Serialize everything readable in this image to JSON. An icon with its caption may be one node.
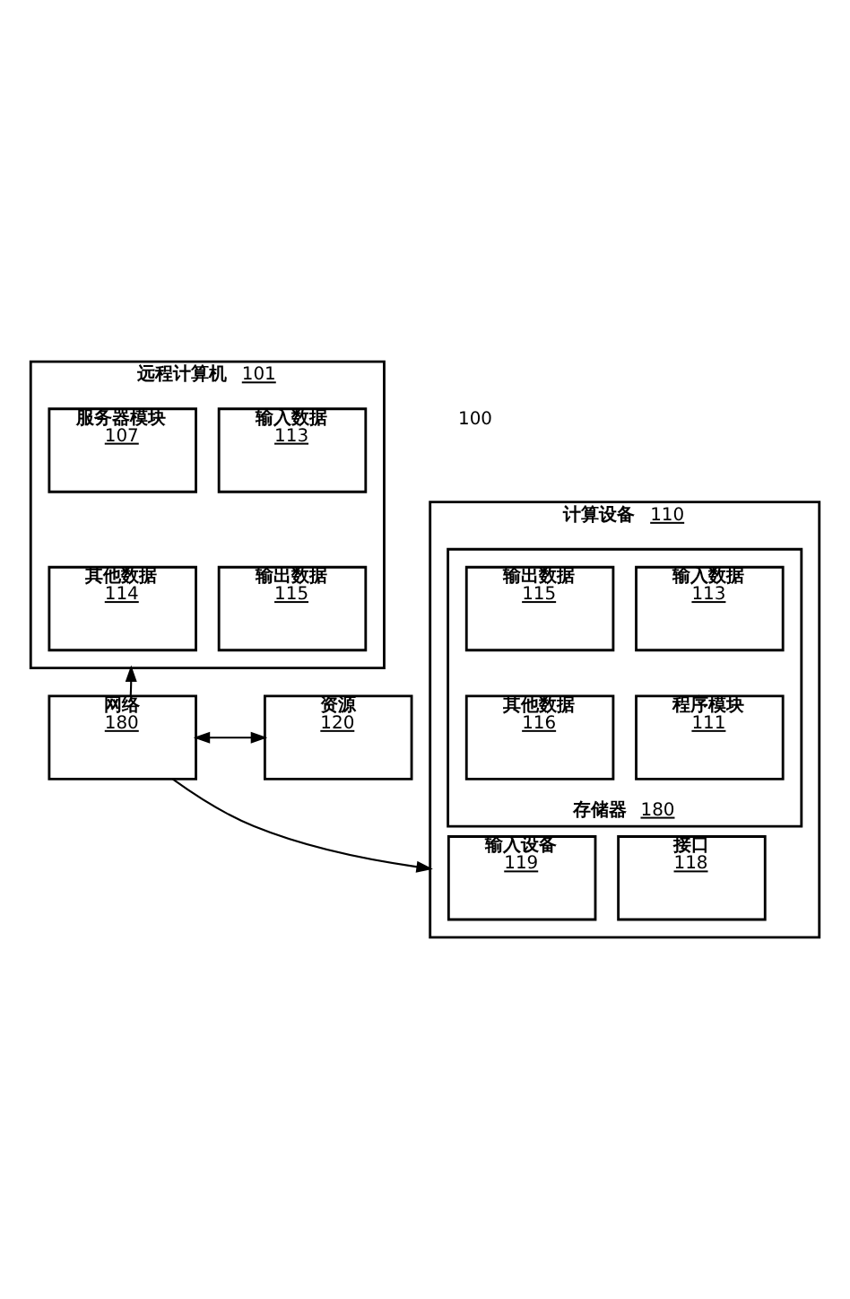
{
  "diagram": {
    "nodes": [
      {
        "text": [
          "远程计算机",
          "101"
        ]
      },
      {
        "text": [
          "输入数据",
          "113"
        ],
        "in": 0
      },
      {
        "text": [
          "服务器模块",
          "107"
        ],
        "in": 0
      },
      {
        "text": [
          "输出数据",
          "115"
        ],
        "in": 0
      },
      {
        "text": [
          "其他数据",
          "114"
        ],
        "in": 0
      },
      {
        "text": [
          "网络",
          "180"
        ]
      },
      {
        "text": [
          "资源",
          "120"
        ]
      },
      {
        "text": [
          "计算设备",
          "110"
        ]
      },
      {
        "text": [
          "存储器",
          "180"
        ],
        "in": 7
      },
      {
        "text": [
          "输入数据",
          "113"
        ],
        "in": 8
      },
      {
        "text": [
          "输出数据",
          "115"
        ],
        "in": 8
      },
      {
        "text": [
          "程序模块",
          "111"
        ],
        "in": 8
      },
      {
        "text": [
          "其他数据",
          "116"
        ],
        "in": 8
      },
      {
        "text": [
          "接口",
          "118"
        ],
        "in": 7
      },
      {
        "text": [
          "输入设备",
          "119"
        ],
        "in": 7
      }
    ],
    "edges": [
      {
        "from": 5,
        "to": 0,
        "arrow": "to"
      },
      {
        "from": 5,
        "to": 6,
        "arrow": "both"
      },
      {
        "from": 5,
        "to": 7,
        "arrow": "to"
      }
    ],
    "labels": [
      "100"
    ]
  }
}
